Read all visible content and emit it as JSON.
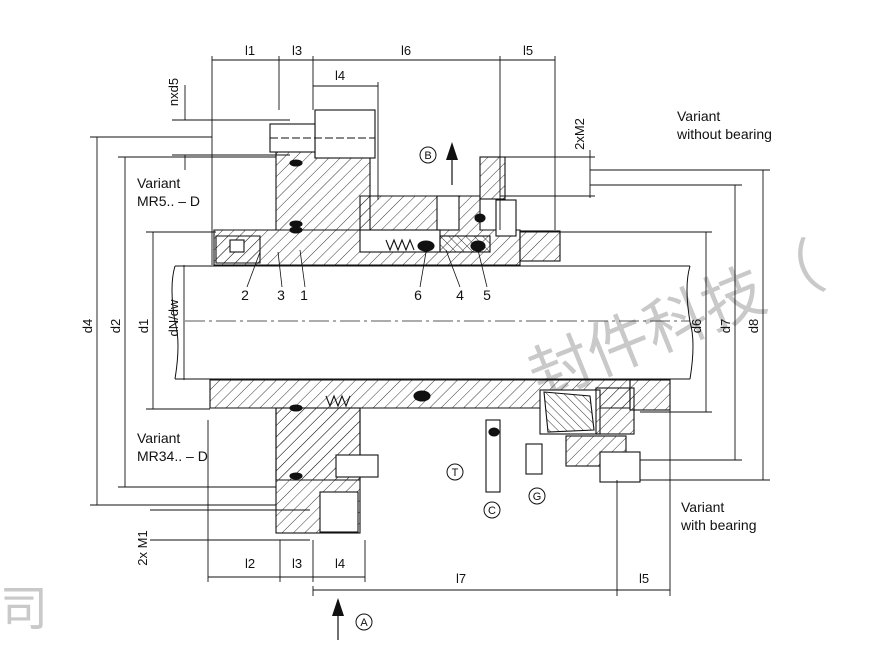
{
  "variants": {
    "without_bearing_line1": "Variant",
    "without_bearing_line2": "without bearing",
    "mr5_line1": "Variant",
    "mr5_line2": "MR5.. – D",
    "mr34_line1": "Variant",
    "mr34_line2": "MR34.. – D",
    "with_bearing_line1": "Variant",
    "with_bearing_line2": "with bearing"
  },
  "dims_top": {
    "l1": "l1",
    "l3": "l3",
    "l4": "l4",
    "l6": "l6",
    "l5": "l5",
    "nxd5": "nxd5",
    "twoxM2": "2xM2"
  },
  "dims_bottom": {
    "l2": "l2",
    "l3": "l3",
    "l4": "l4",
    "l7": "l7",
    "l5": "l5",
    "twoxM1": "2x M1"
  },
  "diameters": {
    "d4": "d4",
    "d2": "d2",
    "d1": "d1",
    "dN_dw": "dN/dw",
    "d6": "d6",
    "d7": "d7",
    "d8": "d8"
  },
  "parts": [
    "2",
    "3",
    "1",
    "6",
    "4",
    "5"
  ],
  "ports": {
    "B": "B",
    "A": "A",
    "T": "T",
    "C": "C",
    "G": "G"
  },
  "watermark": {
    "right": "封件科技（",
    "left": "司"
  }
}
